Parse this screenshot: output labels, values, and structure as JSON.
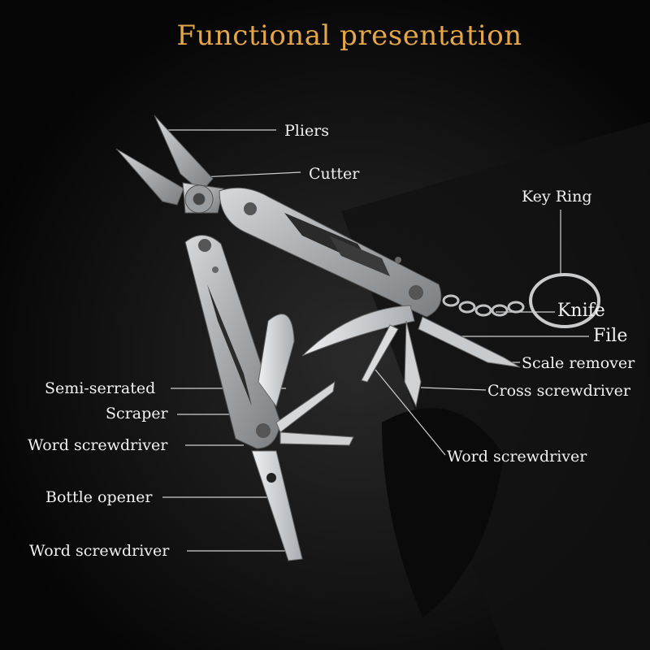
{
  "title": "Functional presentation",
  "colors": {
    "background": "#050505",
    "title": "#e3a64a",
    "label": "#f2f2f2",
    "steel": "#b9bcbf"
  },
  "labels": {
    "pliers": "Pliers",
    "cutter": "Cutter",
    "key_ring": "Key Ring",
    "knife": "Knife",
    "file": "File",
    "scale_remover": "Scale remover",
    "cross_screwdriver": "Cross screwdriver",
    "word_screwdriver_right": "Word screwdriver",
    "semi_serrated": "Semi-serrated",
    "scraper": "Scraper",
    "word_screwdriver_left": "Word screwdriver",
    "bottle_opener": "Bottle opener",
    "word_screwdriver_bottom": "Word screwdriver"
  }
}
